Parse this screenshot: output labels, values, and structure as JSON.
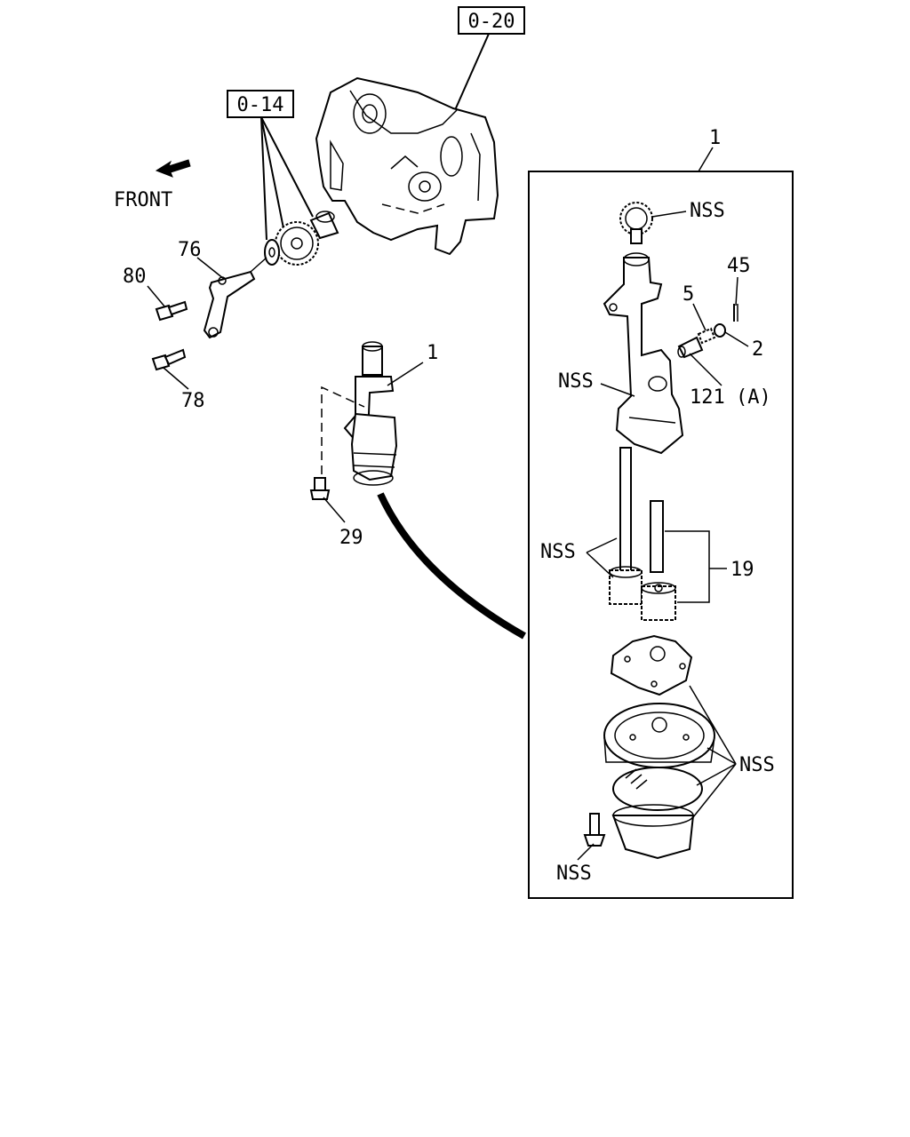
{
  "refs": {
    "ref_020": "0-20",
    "ref_014": "0-14"
  },
  "front_label": "FRONT",
  "callouts": {
    "c1_box": "1",
    "c1_pump": "1",
    "c76": "76",
    "c80": "80",
    "c78": "78",
    "c29": "29",
    "c5": "5",
    "c45": "45",
    "c2": "2",
    "c121": "121",
    "c121_suffix": "(A)",
    "c19": "19",
    "nss_gear": "NSS",
    "nss_body": "NSS",
    "nss_shaft": "NSS",
    "nss_cover": "NSS",
    "nss_bolt": "NSS"
  }
}
